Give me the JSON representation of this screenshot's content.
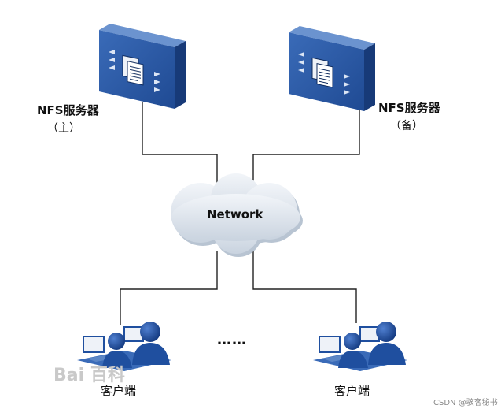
{
  "servers": [
    {
      "id": "primary",
      "title": "NFS服务器",
      "role": "（主）"
    },
    {
      "id": "backup",
      "title": "NFS服务器",
      "role": "（备）"
    }
  ],
  "network": {
    "label": "Network"
  },
  "clients": [
    {
      "id": "client-left",
      "label": "客户端"
    },
    {
      "id": "client-right",
      "label": "客户端"
    }
  ],
  "ellipsis": "……",
  "watermark": "Bai 百科",
  "credit": "CSDN @骇客秘书",
  "colors": {
    "server_front": "#2a56a0",
    "server_top": "#5b86c6",
    "server_side": "#1d3f7c",
    "cloud": "#dfe6ee",
    "line": "#222222",
    "person": "#1f4f9f"
  }
}
